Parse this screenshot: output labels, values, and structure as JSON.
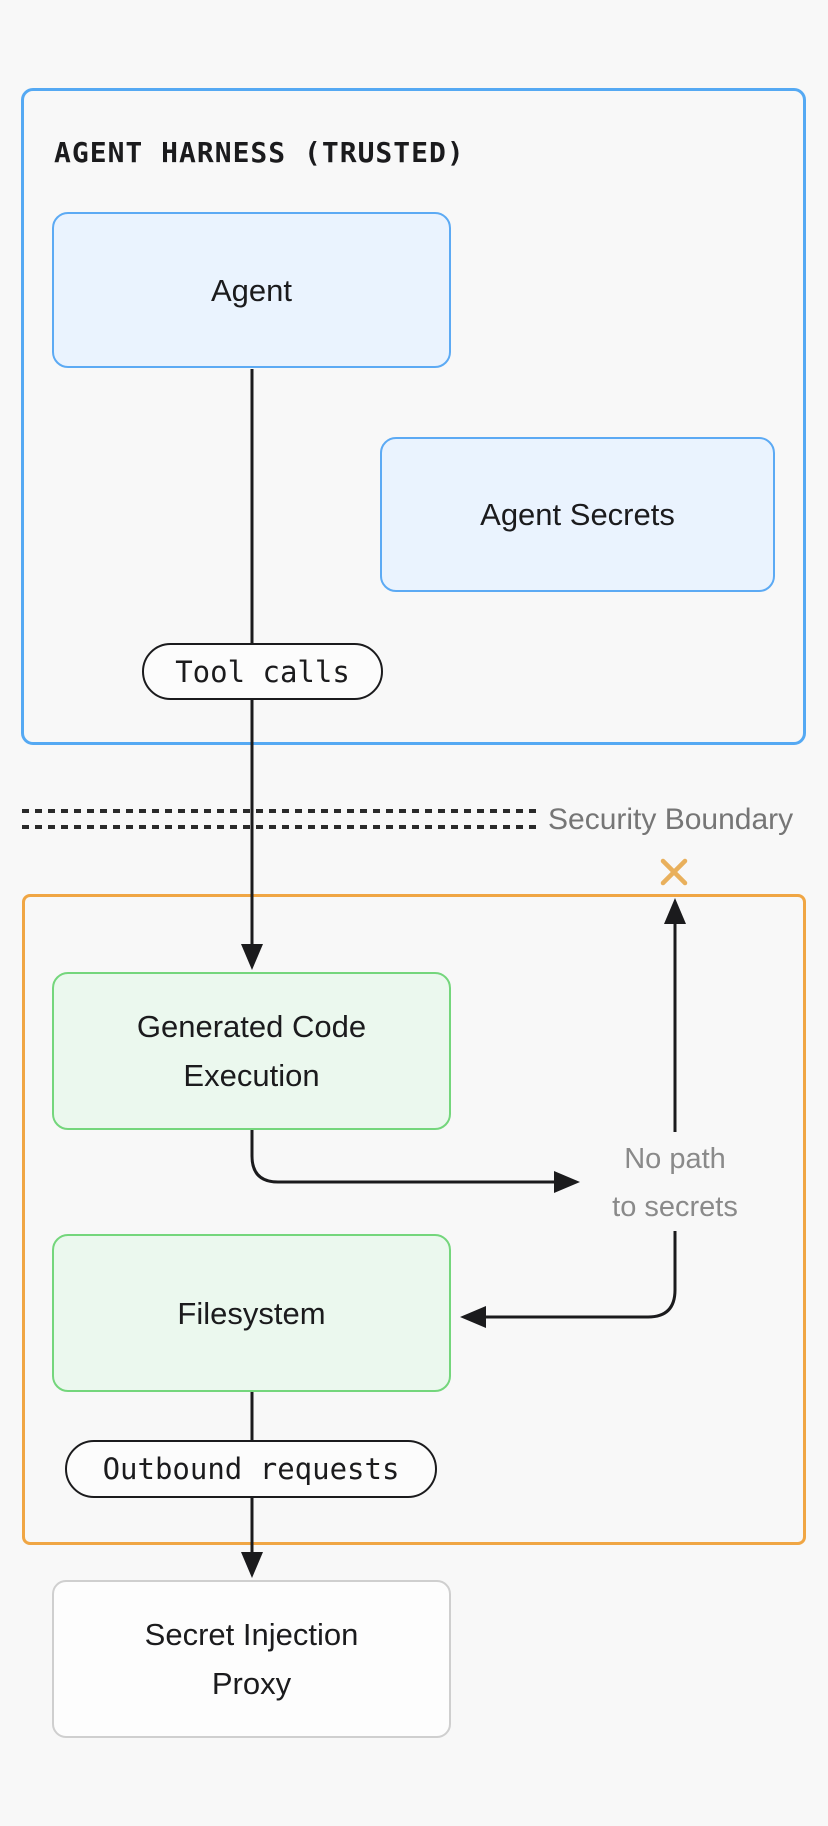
{
  "trusted_zone": {
    "title": "AGENT HARNESS (TRUSTED)",
    "agent_label": "Agent",
    "agent_secrets_label": "Agent Secrets",
    "tool_calls_label": "Tool calls"
  },
  "boundary": {
    "label": "Security Boundary"
  },
  "sandbox_zone": {
    "generated_code_label": "Generated Code\nExecution",
    "filesystem_label": "Filesystem",
    "outbound_requests_label": "Outbound requests",
    "no_path_label": "No path\nto secrets"
  },
  "proxy": {
    "label": "Secret Injection\nProxy"
  },
  "colors": {
    "background": "#f8f8f8",
    "trusted_border": "#55a9f3",
    "trusted_node_fill": "#eaf3fe",
    "sandbox_border": "#f0a644",
    "sandbox_node_border": "#74d67c",
    "sandbox_node_fill": "#ebf8ee",
    "proxy_border": "#cfcfcf",
    "blocked_x": "#e9b05c",
    "wire": "#1b1b1d",
    "muted_text": "#767676"
  }
}
